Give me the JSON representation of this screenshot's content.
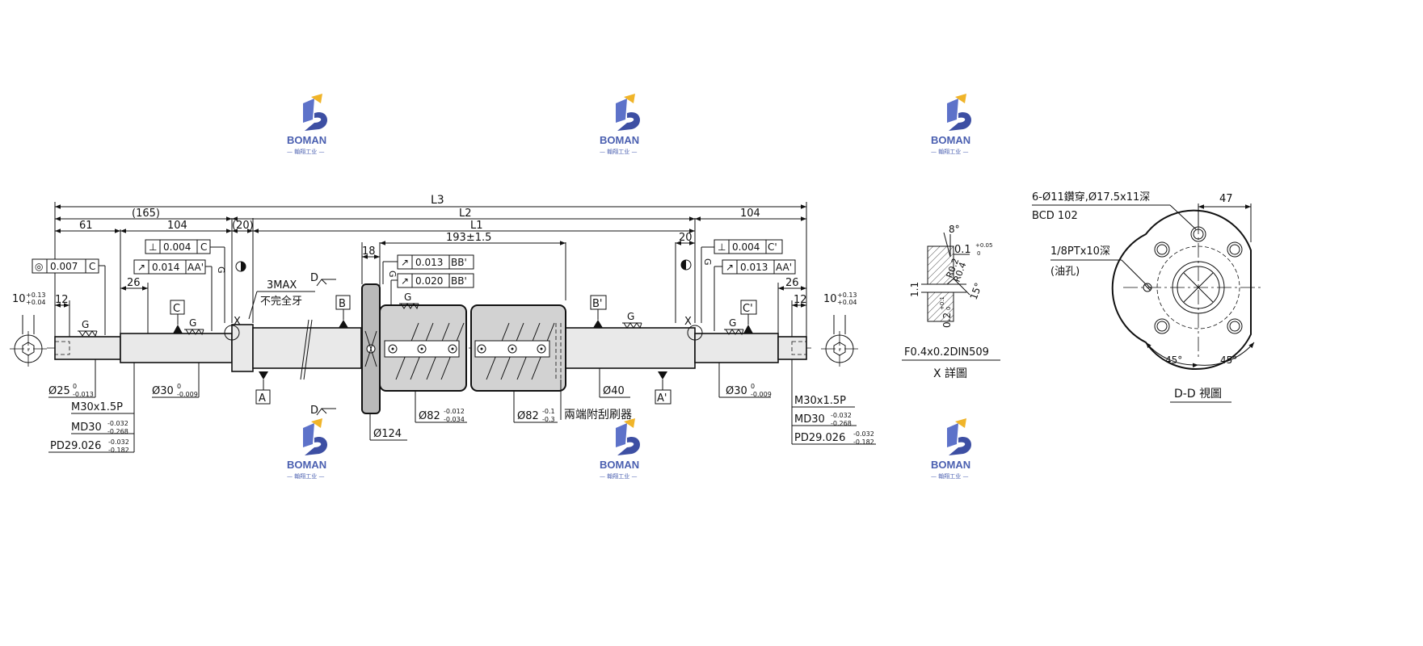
{
  "colors": {
    "line": "#111111",
    "logo": "#4a5fb0",
    "body_fill": "#d2d2d2",
    "shaft_fill": "#e9e9e9"
  },
  "logo": {
    "word": "BOMAN",
    "sub": "— 翰翔工业 —"
  },
  "dims": {
    "L3": "L3",
    "L2": "L2",
    "L1": "L1",
    "d165": "(165)",
    "d104a": "104",
    "d104b": "104",
    "d61": "61",
    "d20a": "(20)",
    "d20b": "20",
    "d193": "193±1.5",
    "d18": "18",
    "d26a": "26",
    "d26b": "26",
    "d12a": "12",
    "d12b": "12",
    "tol10": "10",
    "tol10_up": "+0.13",
    "tol10_lo": "+0.04",
    "tol10b": "10",
    "tol10b_up": "+0.13",
    "tol10b_lo": "+0.04",
    "three_max": "3MAX",
    "incomplete_thread": "不完全牙"
  },
  "gdt": {
    "f1": {
      "sym": "◎",
      "val": "0.007",
      "ref": "C"
    },
    "f2": {
      "sym": "⊥",
      "val": "0.004",
      "ref": "C"
    },
    "f3": {
      "sym": "↗",
      "val": "0.014",
      "ref": "AA'"
    },
    "f4": {
      "sym": "↗",
      "val": "0.013",
      "ref": "BB'"
    },
    "f5": {
      "sym": "↗",
      "val": "0.020",
      "ref": "BB'"
    },
    "f6": {
      "sym": "⊥",
      "val": "0.004",
      "ref": "C'"
    },
    "f7": {
      "sym": "↗",
      "val": "0.013",
      "ref": "AA'"
    }
  },
  "datums": {
    "a": "A",
    "a2": "A'",
    "b": "B",
    "b2": "B'",
    "c": "C",
    "c2": "C'"
  },
  "letters": {
    "g": "G",
    "x": "X",
    "d": "D"
  },
  "diameters": {
    "d25": "Ø25",
    "d25_up": "0",
    "d25_lo": "-0.013",
    "d30a": "Ø30",
    "d30a_up": "0",
    "d30a_lo": "-0.009",
    "d30b": "Ø30",
    "d30b_up": "0",
    "d30b_lo": "-0.009",
    "d40": "Ø40",
    "d82a": "Ø82",
    "d82a_up": "-0.012",
    "d82a_lo": "-0.034",
    "d82b": "Ø82",
    "d82b_up": "-0.1",
    "d82b_lo": "-0.3",
    "d124": "Ø124",
    "wiper": "兩端附刮刷器"
  },
  "threads_left": {
    "m": "M30x1.5P",
    "md": "MD30",
    "md_up": "-0.032",
    "md_lo": "-0.268",
    "pd": "PD29.026",
    "pd_up": "-0.032",
    "pd_lo": "-0.182"
  },
  "threads_right": {
    "m": "M30x1.5P",
    "md": "MD30",
    "md_up": "-0.032",
    "md_lo": "-0.268",
    "pd": "PD29.026",
    "pd_up": "-0.032",
    "pd_lo": "-0.182"
  },
  "detail_x": {
    "ang8": "8°",
    "tol01": "0.1",
    "tol01_up": "+0.05",
    "tol01_lo": "0",
    "r12": "R0.2",
    "r04": "R0.4",
    "d11": "1.1",
    "d02": "0.2",
    "d02_up": "+0.1",
    "d02_lo": "0",
    "ang15": "15°",
    "spec": "F0.4x0.2DIN509",
    "title": "X 詳圖"
  },
  "view_dd": {
    "holes": "6-Ø11鑽穿,Ø17.5x11深",
    "bcd": "BCD 102",
    "w47": "47",
    "oil": "1/8PTx10深",
    "oil_note": "(油孔)",
    "ang1": "45°",
    "ang2": "45°",
    "title": "D-D 視圖"
  }
}
